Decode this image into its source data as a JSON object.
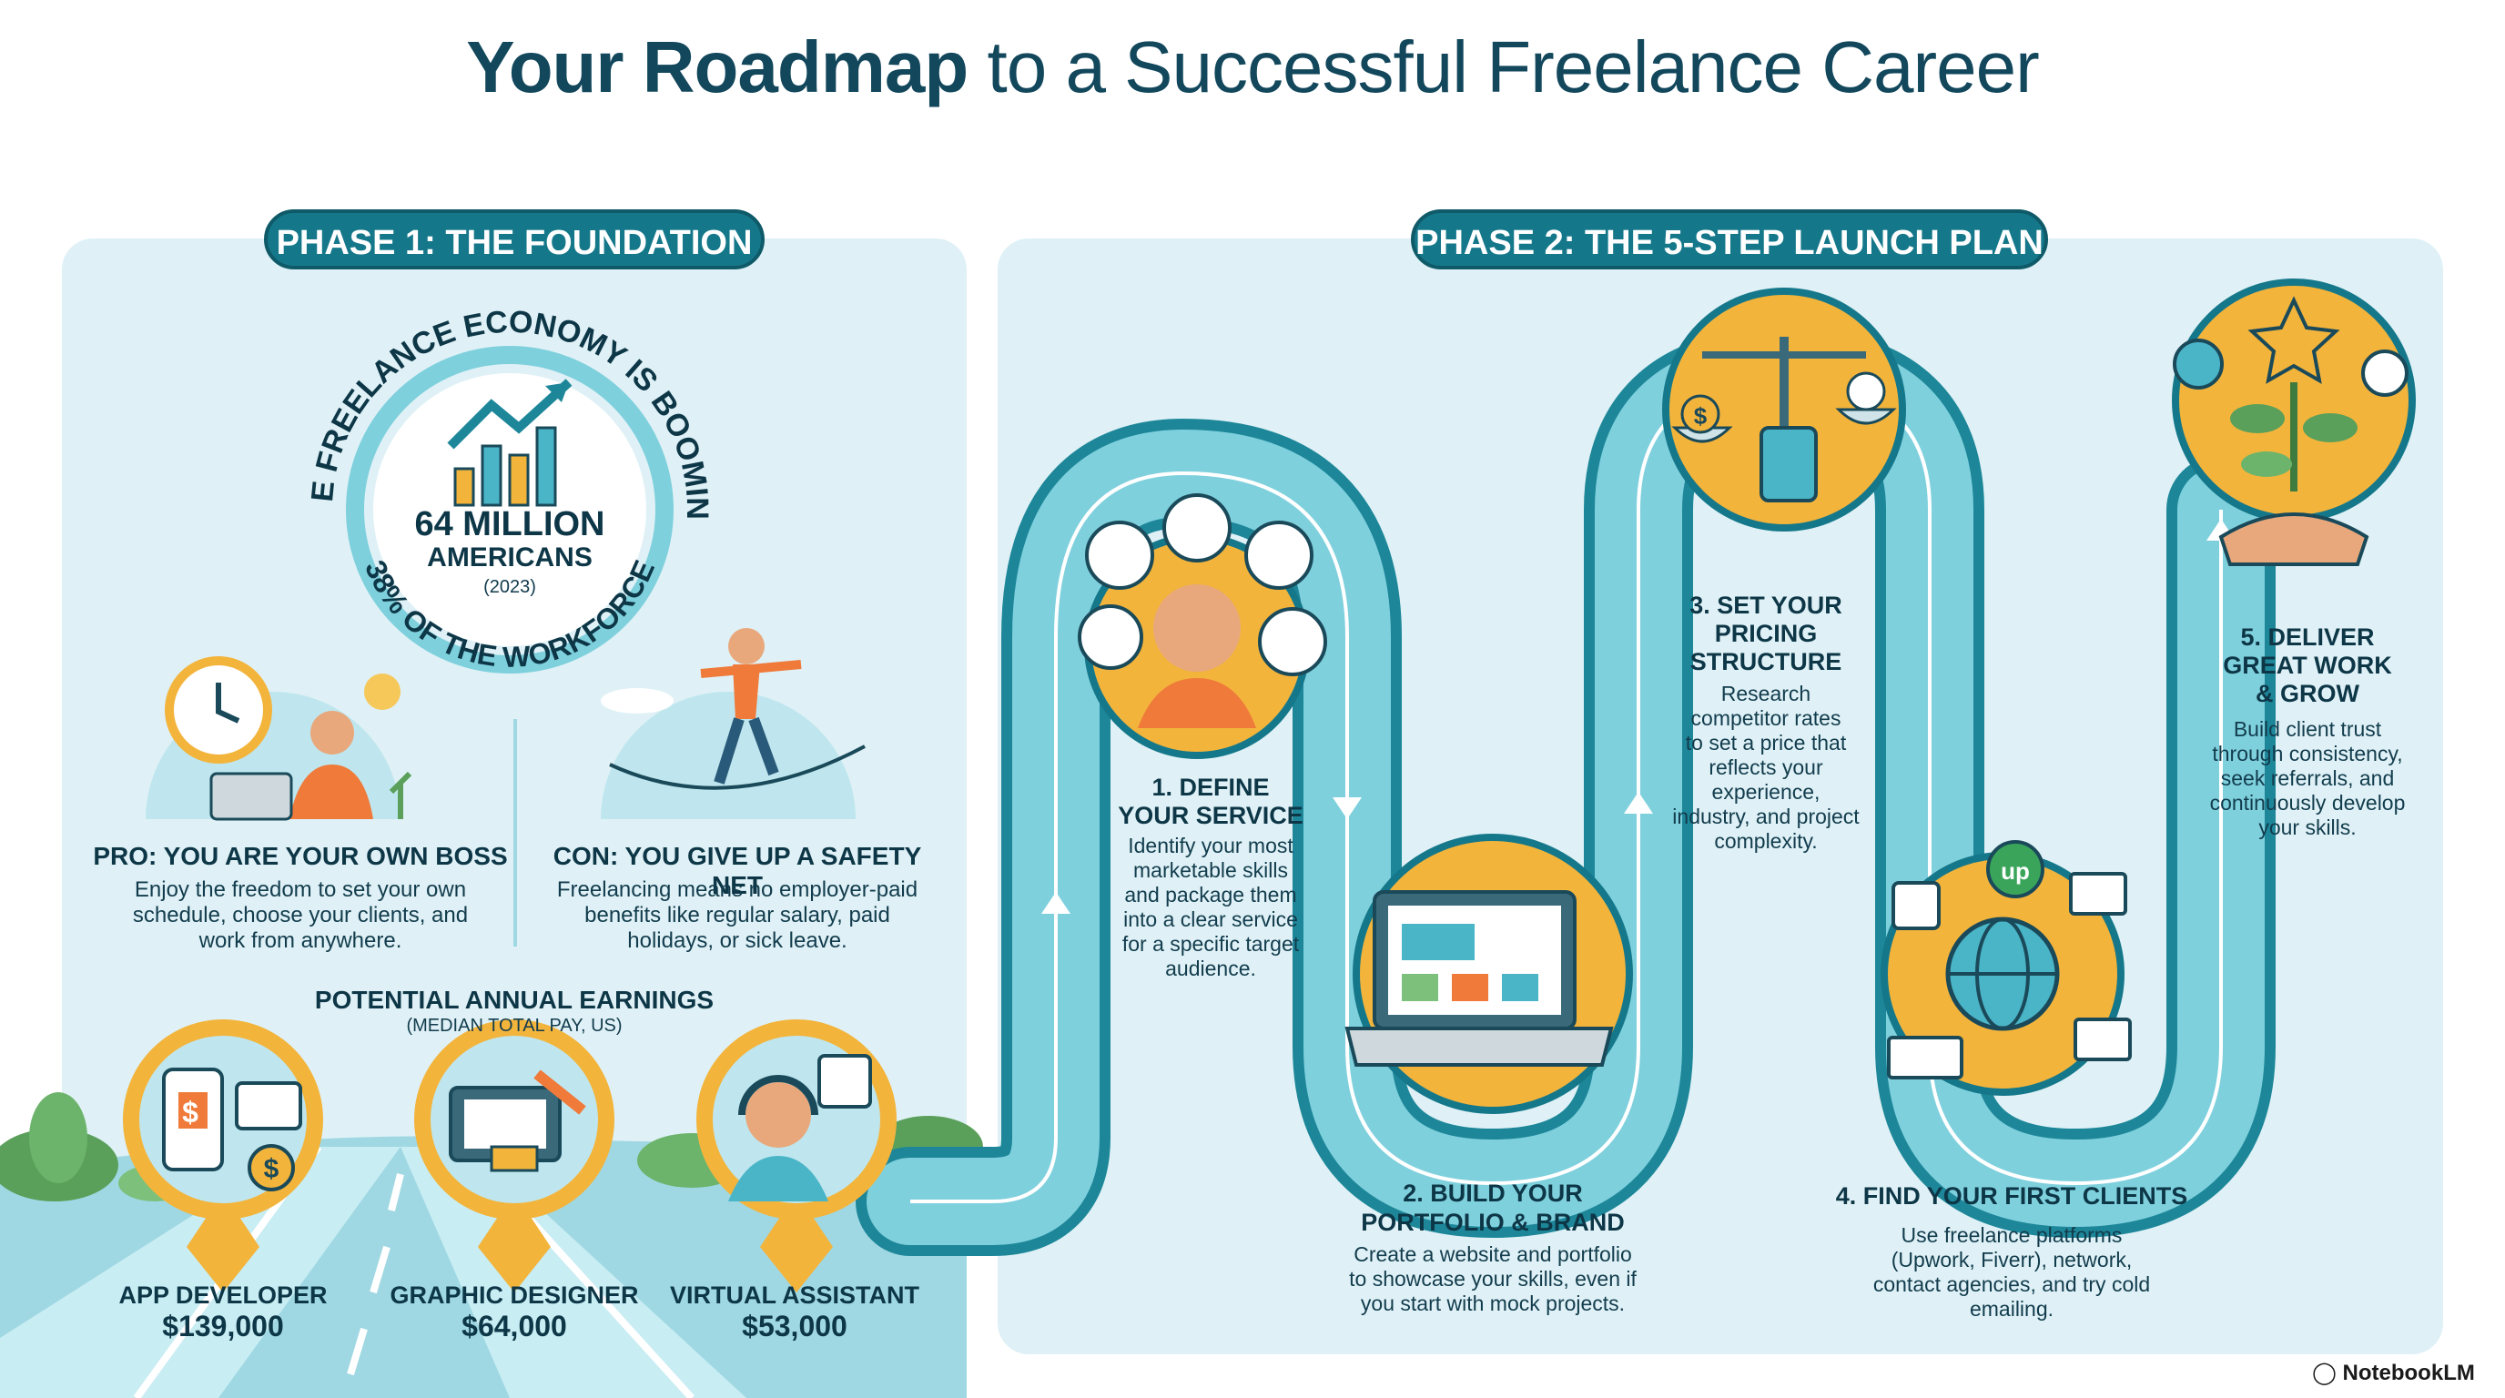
{
  "title": {
    "bold": "Your Roadmap",
    "rest": " to a Successful Freelance Career"
  },
  "phase1": {
    "label": "PHASE 1: THE FOUNDATION",
    "economy": {
      "arc_top": "THE FREELANCE ECONOMY IS BOOMING",
      "arc_bottom": "38% OF THE WORKFORCE",
      "value": "64 MILLION",
      "unit": "AMERICANS",
      "year": "(2023)"
    },
    "pro": {
      "title": "PRO: YOU ARE YOUR OWN BOSS",
      "lines": [
        "Enjoy the freedom to set your own",
        "schedule, choose your clients, and",
        "work from anywhere."
      ]
    },
    "con": {
      "title": "CON: YOU GIVE UP A SAFETY NET",
      "lines": [
        "Freelancing means no employer-paid",
        "benefits like regular salary, paid",
        "holidays, or sick leave."
      ]
    },
    "earnings": {
      "title": "POTENTIAL ANNUAL EARNINGS",
      "subtitle": "(MEDIAN TOTAL PAY, US)",
      "jobs": [
        {
          "role": "APP DEVELOPER",
          "pay": "$139,000"
        },
        {
          "role": "GRAPHIC DESIGNER",
          "pay": "$64,000"
        },
        {
          "role": "VIRTUAL ASSISTANT",
          "pay": "$53,000"
        }
      ]
    }
  },
  "phase2": {
    "label": "PHASE 2: THE 5-STEP LAUNCH PLAN",
    "steps": [
      {
        "title": [
          "1. DEFINE",
          "YOUR SERVICE"
        ],
        "lines": [
          "Identify your most",
          "marketable skills",
          "and package them",
          "into a clear service",
          "for a specific target",
          "audience."
        ]
      },
      {
        "title": [
          "2. BUILD YOUR",
          "PORTFOLIO & BRAND"
        ],
        "lines": [
          "Create a website and portfolio",
          "to showcase your skills, even if",
          "you start with mock projects."
        ]
      },
      {
        "title": [
          "3. SET YOUR",
          "PRICING",
          "STRUCTURE"
        ],
        "lines": [
          "Research",
          "competitor rates",
          "to set a price that",
          "reflects your",
          "experience,",
          "industry, and project",
          "complexity."
        ]
      },
      {
        "title": [
          "4. FIND YOUR FIRST CLIENTS"
        ],
        "lines": [
          "Use freelance platforms",
          "(Upwork, Fiverr), network,",
          "contact agencies, and try cold",
          "emailing."
        ]
      },
      {
        "title": [
          "5. DELIVER",
          "GREAT WORK",
          "& GROW"
        ],
        "lines": [
          "Build client trust",
          "through consistency,",
          "seek referrals, and",
          "continuously develop",
          "your skills."
        ]
      }
    ]
  },
  "icons": {
    "upwork_badge": "up",
    "dollar": "$"
  },
  "brand": "NotebookLM",
  "colors": {
    "teal": "#15788a",
    "panel": "#dff1f6",
    "gold": "#f3b43c",
    "road": "#3bb0c4"
  }
}
